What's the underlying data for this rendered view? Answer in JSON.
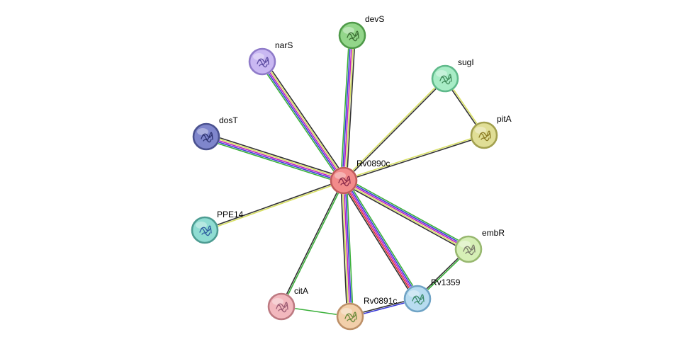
{
  "network": {
    "center": "Rv0890c",
    "nodes": [
      {
        "id": "Rv0890c",
        "label": "Rv0890c",
        "color": "#f28b8b",
        "border": "#c05b5b",
        "glyph": "#8b2a4a",
        "center": true
      },
      {
        "id": "devS",
        "label": "devS",
        "color": "#93d68a",
        "border": "#4f9a49",
        "glyph": "#3b6e33"
      },
      {
        "id": "narS",
        "label": "narS",
        "color": "#c9b8f2",
        "border": "#8f7bc9",
        "glyph": "#5a4aa0"
      },
      {
        "id": "sugI",
        "label": "sugI",
        "color": "#a8ecc6",
        "border": "#5fb98a",
        "glyph": "#3f8a5a"
      },
      {
        "id": "pitA",
        "label": "pitA",
        "color": "#e0de96",
        "border": "#a2a04e",
        "glyph": "#8a7a22"
      },
      {
        "id": "dosT",
        "label": "dosT",
        "color": "#7f86cc",
        "border": "#4a518f",
        "glyph": "#2c3270"
      },
      {
        "id": "PPE14",
        "label": "PPE14",
        "color": "#8fdcd2",
        "border": "#4d9c92",
        "glyph": "#2f5fa0"
      },
      {
        "id": "embR",
        "label": "embR",
        "color": "#d6efb6",
        "border": "#98b870",
        "glyph": "#7a7a6a"
      },
      {
        "id": "Rv1359",
        "label": "Rv1359",
        "color": "#b8dcf0",
        "border": "#6fa3c5",
        "glyph": "#3a8a6a"
      },
      {
        "id": "citA",
        "label": "citA",
        "color": "#f2b8be",
        "border": "#bd7a82",
        "glyph": "#9a5a72"
      },
      {
        "id": "Rv0891c",
        "label": "Rv0891c",
        "color": "#f2cfaa",
        "border": "#bd9068",
        "glyph": "#6a8a3a"
      }
    ],
    "edges": [
      {
        "source": "Rv0890c",
        "target": "devS",
        "colors": [
          "#3ab03a",
          "#3b3bd9",
          "#c020c0",
          "#d8e060",
          "#333333"
        ]
      },
      {
        "source": "Rv0890c",
        "target": "narS",
        "colors": [
          "#3ab03a",
          "#3b3bd9",
          "#c020c0",
          "#d8e060",
          "#333333"
        ]
      },
      {
        "source": "Rv0890c",
        "target": "dosT",
        "colors": [
          "#3ab03a",
          "#3b3bd9",
          "#c020c0",
          "#d8e060",
          "#333333"
        ]
      },
      {
        "source": "Rv0890c",
        "target": "sugI",
        "colors": [
          "#d8e060",
          "#333333"
        ]
      },
      {
        "source": "Rv0890c",
        "target": "pitA",
        "colors": [
          "#d8e060",
          "#333333"
        ]
      },
      {
        "source": "Rv0890c",
        "target": "PPE14",
        "colors": [
          "#d8e060",
          "#333333"
        ]
      },
      {
        "source": "Rv0890c",
        "target": "embR",
        "colors": [
          "#3ab03a",
          "#3b3bd9",
          "#c020c0",
          "#d8e060",
          "#333333"
        ]
      },
      {
        "source": "Rv0890c",
        "target": "Rv1359",
        "colors": [
          "#3ab03a",
          "#3b3bd9",
          "#c020c0",
          "#e03030",
          "#333333"
        ]
      },
      {
        "source": "Rv0890c",
        "target": "citA",
        "colors": [
          "#3ab03a",
          "#333333"
        ]
      },
      {
        "source": "Rv0890c",
        "target": "Rv0891c",
        "colors": [
          "#3ab03a",
          "#3b3bd9",
          "#c020c0",
          "#d8e060",
          "#333333"
        ]
      },
      {
        "source": "sugI",
        "target": "pitA",
        "colors": [
          "#d8e060",
          "#333333"
        ]
      },
      {
        "source": "embR",
        "target": "Rv1359",
        "colors": [
          "#3ab03a",
          "#333333"
        ]
      },
      {
        "source": "Rv1359",
        "target": "Rv0891c",
        "colors": [
          "#3b3bd9",
          "#333333"
        ]
      },
      {
        "source": "citA",
        "target": "Rv0891c",
        "colors": [
          "#3ab03a"
        ]
      }
    ]
  }
}
